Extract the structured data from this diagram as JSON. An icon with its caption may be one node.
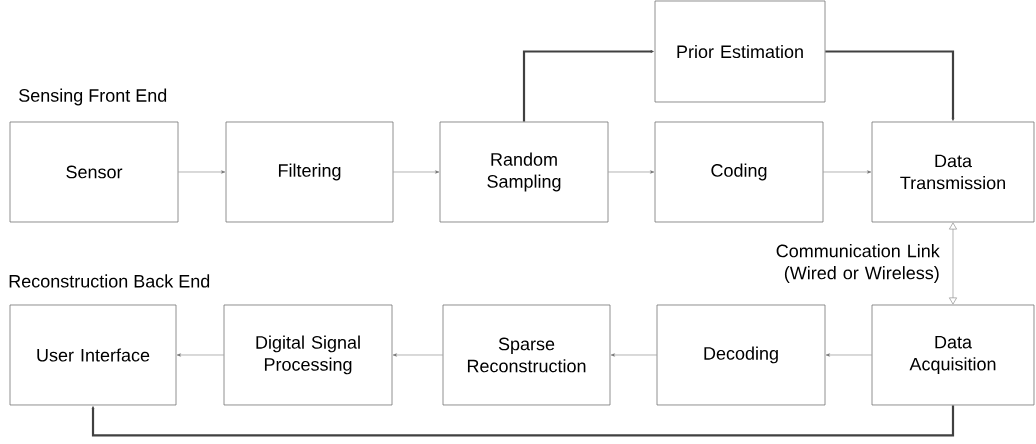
{
  "diagram": {
    "nodes": [
      {
        "text": [
          "Sensor"
        ]
      },
      {
        "text": [
          "Filtering"
        ]
      },
      {
        "text": [
          "Random Sampling"
        ]
      },
      {
        "text": [
          "Prior Estimation"
        ]
      },
      {
        "text": [
          "Coding"
        ]
      },
      {
        "text": [
          "Data Transmission"
        ]
      },
      {
        "text": [
          "Data Acquisition"
        ]
      },
      {
        "text": [
          "Decoding"
        ]
      },
      {
        "text": [
          "Sparse Reconstruction"
        ]
      },
      {
        "text": [
          "Digital Signal Processing"
        ]
      },
      {
        "text": [
          "User Interface"
        ]
      }
    ],
    "edges": [
      {
        "from": 0,
        "to": 1,
        "arrow": "to"
      },
      {
        "from": 1,
        "to": 2,
        "arrow": "to"
      },
      {
        "from": 2,
        "to": 4,
        "arrow": "to"
      },
      {
        "from": 4,
        "to": 5,
        "arrow": "to"
      },
      {
        "from": 2,
        "to": 3,
        "arrow": "to",
        "style": "thick"
      },
      {
        "from": 3,
        "to": 5,
        "arrow": "to",
        "style": "thick"
      },
      {
        "from": 5,
        "to": 6,
        "arrow": "both",
        "label": "Communication Link (Wired or Wireless)"
      },
      {
        "from": 6,
        "to": 7,
        "arrow": "to"
      },
      {
        "from": 7,
        "to": 8,
        "arrow": "to"
      },
      {
        "from": 8,
        "to": 9,
        "arrow": "to"
      },
      {
        "from": 9,
        "to": 10,
        "arrow": "to"
      },
      {
        "from": 6,
        "to": 10,
        "arrow": "to",
        "style": "thick"
      }
    ],
    "labels": [
      "Sensing Front End",
      "Reconstruction Back End"
    ]
  }
}
